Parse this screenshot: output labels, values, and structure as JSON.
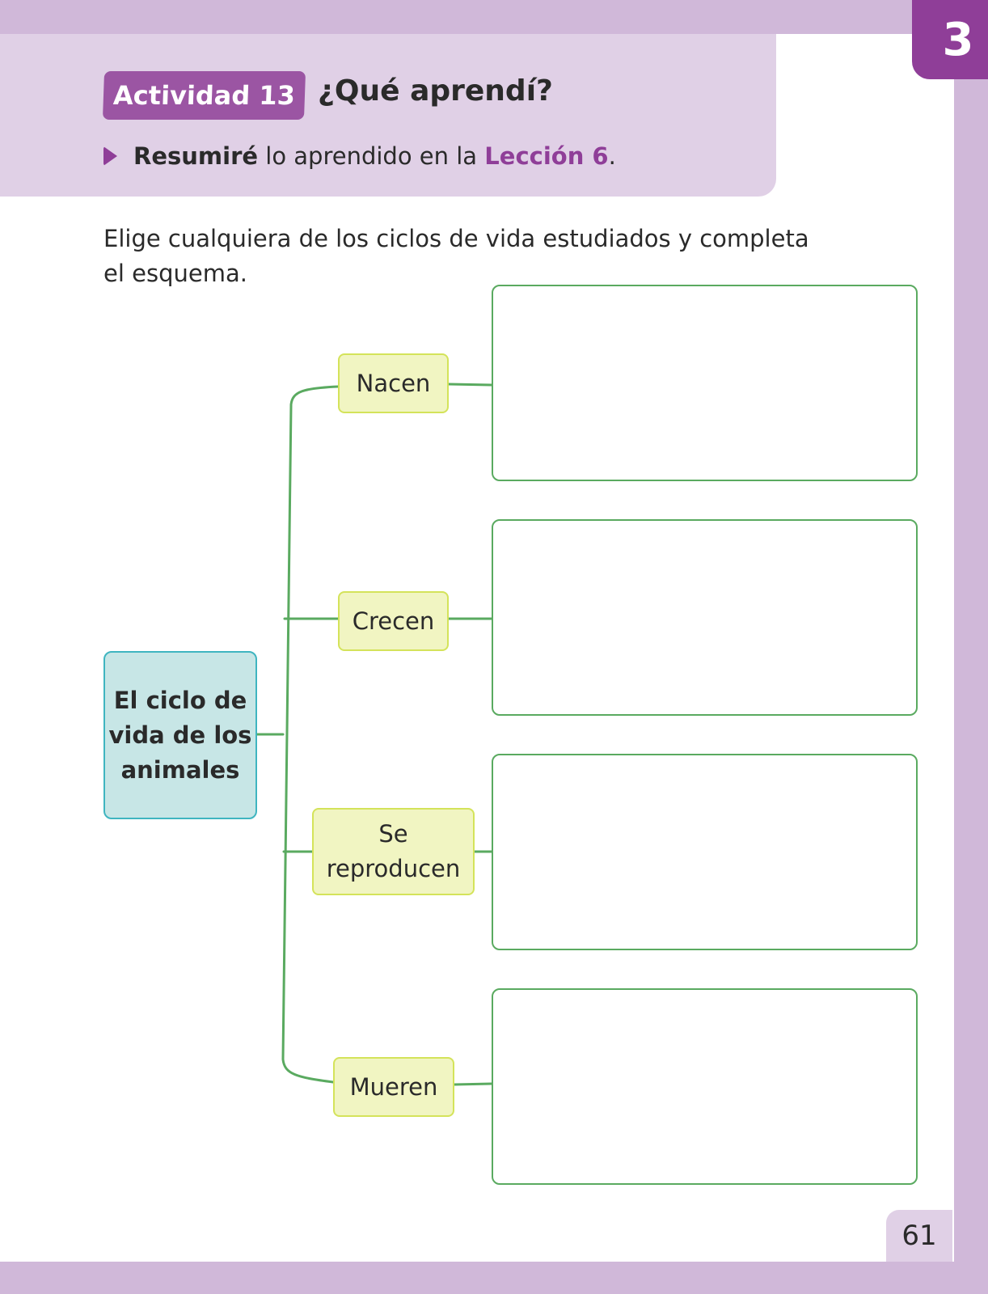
{
  "header": {
    "unit_number": "3",
    "activity_label": "Actividad 13",
    "activity_title": "¿Qué aprendí?",
    "objective": {
      "verb": "Resumiré",
      "middle": " lo aprendido en la ",
      "lesson": "Lección 6",
      "end": "."
    }
  },
  "instructions": "Elige cualquiera de los ciclos de vida estudiados y completa el esquema.",
  "diagram": {
    "root": "El ciclo de vida de los animales",
    "stages": [
      {
        "label": "Nacen",
        "answer": ""
      },
      {
        "label": "Crecen",
        "answer": ""
      },
      {
        "label": "Se reproducen",
        "answer": ""
      },
      {
        "label": "Mueren",
        "answer": ""
      }
    ]
  },
  "colors": {
    "accent_purple": "#8f3e98",
    "header_bg": "#e0d0e6",
    "frame": "#d0b8d9",
    "connector_green": "#5aaa60",
    "root_fill": "#c7e6e6",
    "stage_fill": "#f1f5c2"
  },
  "footer": {
    "page_number": "61"
  }
}
